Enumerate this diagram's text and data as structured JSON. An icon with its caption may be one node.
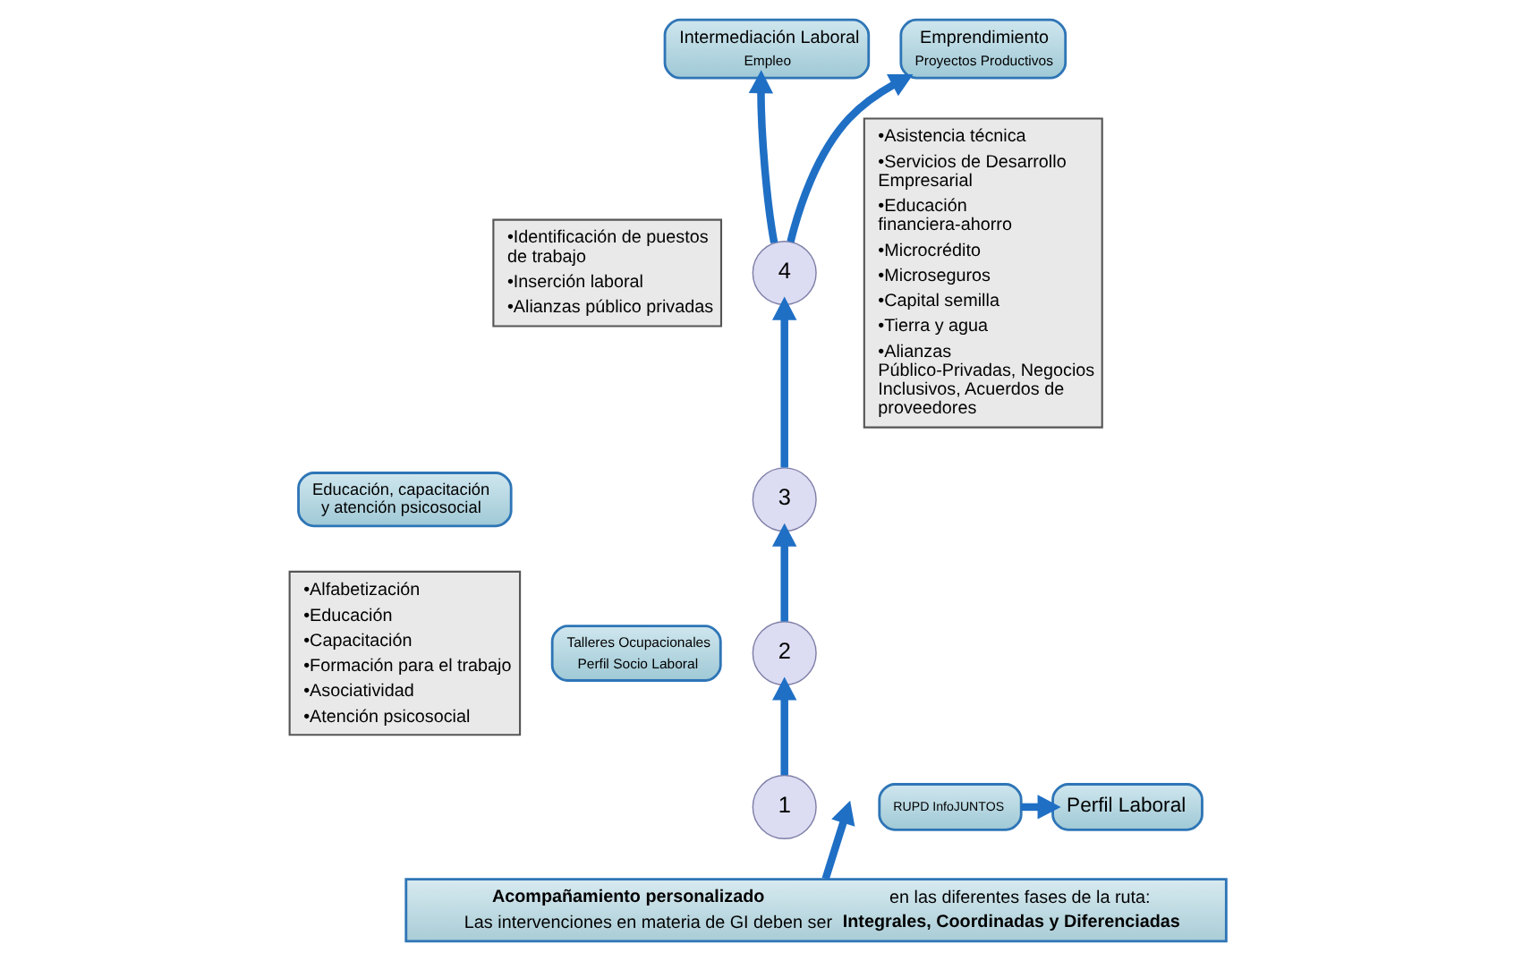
{
  "diagram": {
    "nodes": [
      {
        "text": [
          "1"
        ]
      },
      {
        "text": [
          "Perfil Laboral"
        ]
      },
      {
        "text": [
          "RUPD InfoJUNTOS"
        ]
      },
      {
        "text": [
          "2"
        ]
      },
      {
        "text": [
          "Talleres Ocupacionales",
          "Perfil Socio Laboral"
        ]
      },
      {
        "text": [
          "3"
        ]
      },
      {
        "text": [
          "Educación, capacitación y atención psicosocial"
        ]
      },
      {
        "text": [
          "•Alfabetización",
          "•Educación",
          "•Capacitación",
          "•Formación para el trabajo",
          "•Asociatividad",
          "•Atención psicosocial"
        ]
      },
      {
        "text": [
          "4"
        ]
      },
      {
        "text": [
          "Intermediación Laboral",
          "Empleo"
        ]
      },
      {
        "text": [
          "•Identificación de puestos de trabajo",
          "•Inserción laboral",
          "•Alianzas público privadas"
        ]
      },
      {
        "text": [
          "Emprendimiento",
          "Proyectos Productivos"
        ]
      },
      {
        "text": [
          "•Asistencia técnica",
          "•Servicios de Desarrollo Empresarial",
          "•Educación financiera-ahorro",
          "•Microcrédito",
          "•Microseguros",
          "•Capital semilla",
          "•Tierra y agua",
          "•Alianzas Público-Privadas, Negocios Inclusivos, Acuerdos de proveedores"
        ]
      },
      {
        "text": [
          "**Acompañamiento personalizado** en las diferentes fases de la ruta:",
          "Las intervenciones en materia de GI deben ser **Integrales, Coordinadas y Diferenciadas**"
        ]
      }
    ],
    "edges": [
      {
        "from": 2,
        "to": 1,
        "arrow": "to"
      },
      {
        "from": 0,
        "to": 3,
        "arrow": "to"
      },
      {
        "from": 3,
        "to": 5,
        "arrow": "to"
      },
      {
        "from": 5,
        "to": 8,
        "arrow": "to"
      },
      {
        "from": 8,
        "to": 9,
        "arrow": "to"
      },
      {
        "from": 8,
        "to": 11,
        "arrow": "to"
      },
      {
        "from": 13,
        "to": null,
        "arrow": "to"
      }
    ]
  }
}
